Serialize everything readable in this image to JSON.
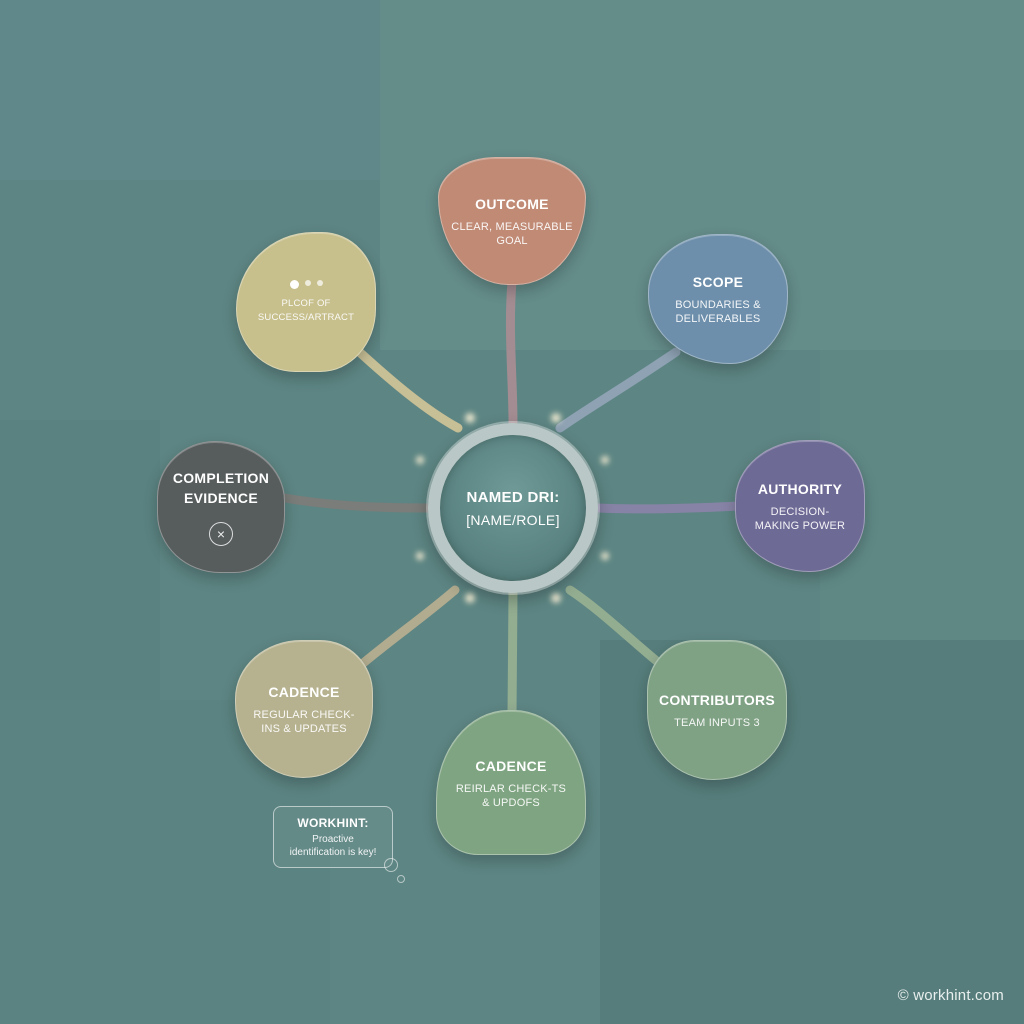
{
  "center": {
    "title": "NAMED DRI:",
    "subtitle": "[NAME/ROLE]"
  },
  "nodes": {
    "outcome": {
      "title": "OUTCOME",
      "subtitle": "CLEAR, MEASURABLE GOAL",
      "color": "#c08a75"
    },
    "scope": {
      "title": "SCOPE",
      "subtitle": "BOUNDARIES & DELIVERABLES",
      "color": "#6d8fab"
    },
    "authority": {
      "title": "AUTHORITY",
      "subtitle": "DECISION-MAKING POWER",
      "color": "#6e6a96"
    },
    "contributors": {
      "title": "CONTRIBUTORS",
      "subtitle": "TEAM INPUTS 3",
      "color": "#7fa184"
    },
    "cadence_bottom": {
      "title": "CADENCE",
      "subtitle": "REIRLAR CHECK-TS & UPDOFS",
      "color": "#7fa481"
    },
    "cadence_left": {
      "title": "CADENCE",
      "subtitle": "REGULAR CHECK-INS & UPDATES",
      "color": "#b6b28f"
    },
    "completion": {
      "title": "COMPLETION EVIDENCE",
      "icon": "close-circle-icon",
      "color": "#575c5c"
    },
    "proof": {
      "subtitle": "PLCOF OF SUCCESS/ARTRACT",
      "icon": "dots-icon",
      "color": "#c7bf8c"
    }
  },
  "tip": {
    "title": "WORKHINT:",
    "text": "Proactive identification is key!"
  },
  "watermark": "© workhint.com",
  "background": "#5d8583"
}
